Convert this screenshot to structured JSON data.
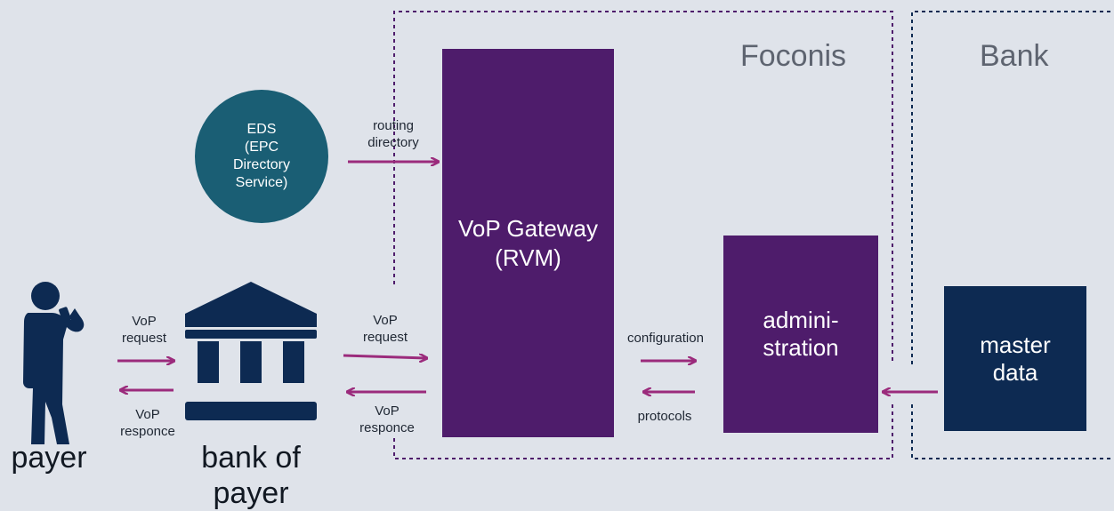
{
  "colors": {
    "background": "#dfe3ea",
    "purple": "#4e1c6b",
    "navy": "#0d2a52",
    "teal": "#1a5e74",
    "arrow": "#9b2b7c",
    "border_foconis": "#4e1c6b",
    "border_bank": "#0d2a52"
  },
  "zones": {
    "foconis": "Foconis",
    "bank": "Bank"
  },
  "eds": {
    "lines": [
      "EDS",
      "(EPC",
      "Directory",
      "Service)"
    ]
  },
  "gateway": {
    "lines": [
      "VoP Gateway",
      "(RVM)"
    ]
  },
  "administration": {
    "lines": [
      "admini-",
      "stration"
    ]
  },
  "master_data": {
    "lines": [
      "master",
      "data"
    ]
  },
  "actors": {
    "payer": "payer",
    "bank_of_payer": [
      "bank of",
      "payer"
    ]
  },
  "labels": {
    "routing_directory": [
      "routing",
      "directory"
    ],
    "vop_request_left": [
      "VoP",
      "request"
    ],
    "vop_responce_left": [
      "VoP",
      "responce"
    ],
    "vop_request_right": [
      "VoP",
      "request"
    ],
    "vop_responce_right": [
      "VoP",
      "responce"
    ],
    "configuration": "configuration",
    "protocols": "protocols"
  },
  "icons": {
    "payer": "person-with-phone-icon",
    "bank": "bank-building-icon"
  }
}
